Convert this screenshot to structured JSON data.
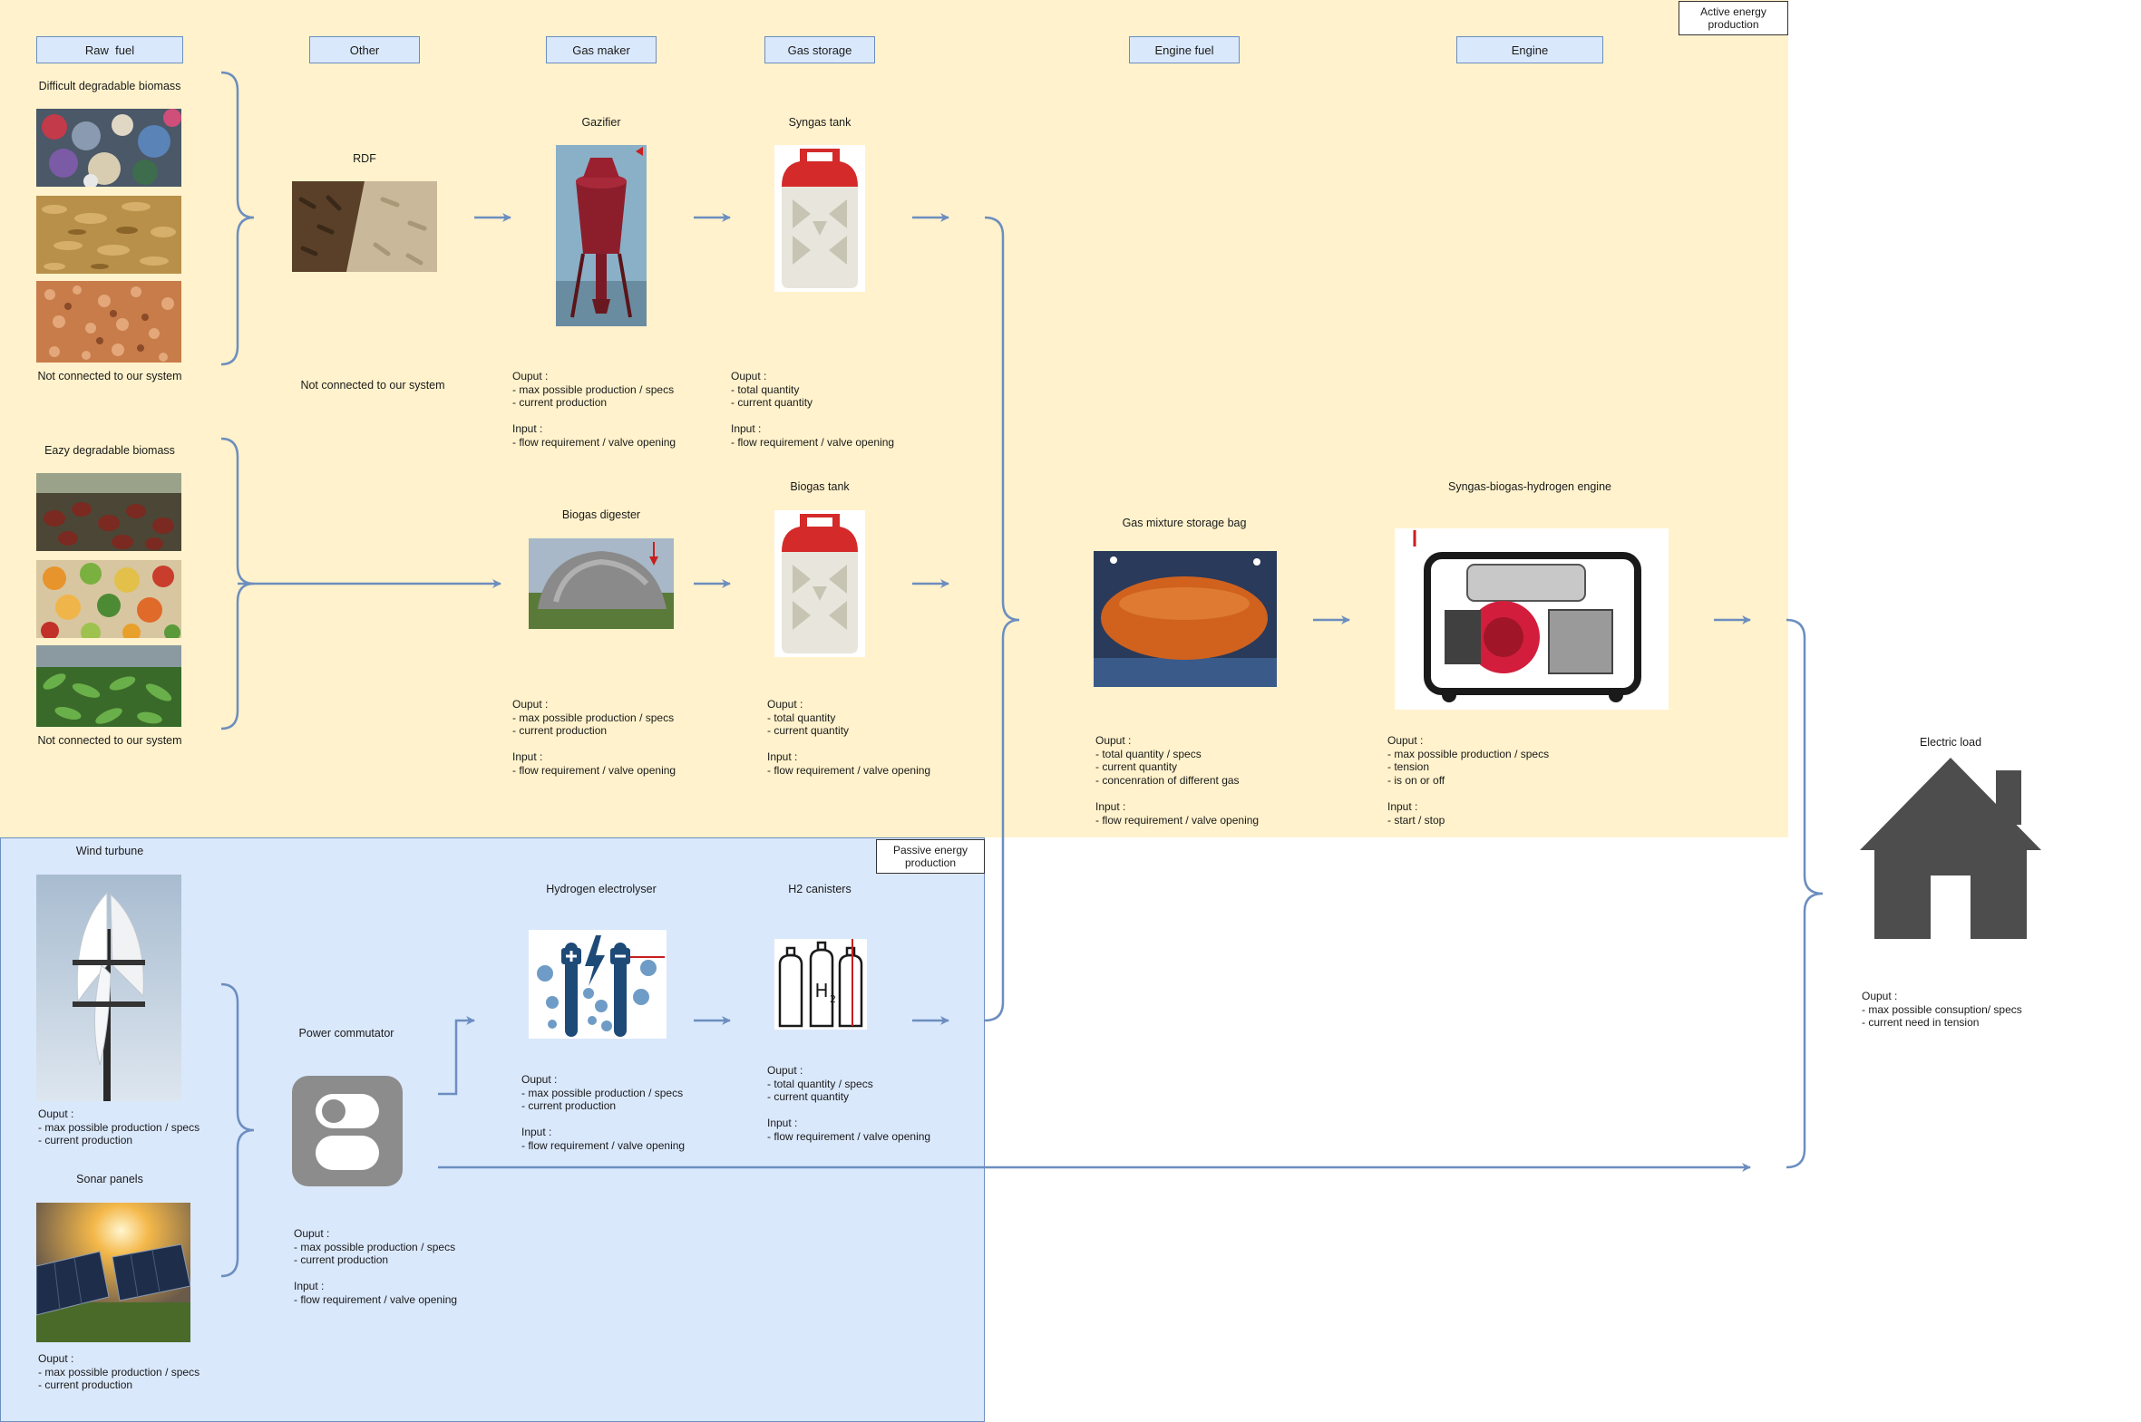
{
  "zones": {
    "active_label": "Active energy\nproduction",
    "passive_label": "Passive energy\nproduction"
  },
  "headers": {
    "raw_fuel": "Raw  fuel",
    "other": "Other",
    "gas_maker": "Gas maker",
    "gas_storage": "Gas storage",
    "engine_fuel": "Engine fuel",
    "engine": "Engine"
  },
  "raw_fuel": {
    "difficult_title": "Difficult degradable biomass",
    "difficult_note": "Not connected to our system",
    "easy_title": "Eazy degradable biomass",
    "easy_note": "Not connected to our system"
  },
  "rdf": {
    "title": "RDF",
    "note": "Not connected to our system"
  },
  "gazifier": {
    "title": "Gazifier",
    "output_label": "Ouput :",
    "output_lines": [
      "- max possible production / specs",
      "- current production"
    ],
    "input_label": "Input :",
    "input_lines": [
      "- flow requirement / valve opening"
    ]
  },
  "syngas_tank": {
    "title": "Syngas tank",
    "output_label": "Ouput :",
    "output_lines": [
      "- total quantity",
      "- current quantity"
    ],
    "input_label": "Input :",
    "input_lines": [
      "- flow requirement / valve opening"
    ]
  },
  "biogas_digester": {
    "title": "Biogas digester",
    "output_label": "Ouput :",
    "output_lines": [
      "- max possible production / specs",
      "- current production"
    ],
    "input_label": "Input :",
    "input_lines": [
      "- flow requirement / valve opening"
    ]
  },
  "biogas_tank": {
    "title": "Biogas tank",
    "output_label": "Ouput :",
    "output_lines": [
      "- total quantity",
      "- current quantity"
    ],
    "input_label": "Input :",
    "input_lines": [
      "- flow requirement / valve opening"
    ]
  },
  "gas_bag": {
    "title": "Gas mixture storage bag",
    "output_label": "Ouput :",
    "output_lines": [
      "- total quantity / specs",
      "- current quantity",
      "- concenration of different gas"
    ],
    "input_label": "Input :",
    "input_lines": [
      "- flow requirement / valve opening"
    ]
  },
  "engine": {
    "title": "Syngas-biogas-hydrogen engine",
    "output_label": "Ouput :",
    "output_lines": [
      "- max possible production / specs",
      "- tension",
      "- is on or off"
    ],
    "input_label": "Input :",
    "input_lines": [
      "- start / stop"
    ]
  },
  "electric_load": {
    "title": "Electric load",
    "output_label": "Ouput :",
    "output_lines": [
      "- max possible consuption/ specs",
      "- current need in tension"
    ]
  },
  "wind_turbine": {
    "title": "Wind turbune",
    "output_label": "Ouput :",
    "output_lines": [
      "- max possible production / specs",
      "- current production"
    ]
  },
  "solar_panels": {
    "title": "Sonar panels",
    "output_label": "Ouput :",
    "output_lines": [
      "- max possible production / specs",
      "- current production"
    ]
  },
  "power_commutator": {
    "title": "Power commutator",
    "output_label": "Ouput :",
    "output_lines": [
      "- max possible production / specs",
      "- current production"
    ],
    "input_label": "Input :",
    "input_lines": [
      "- flow requirement / valve opening"
    ]
  },
  "electrolyser": {
    "title": "Hydrogen electrolyser",
    "output_label": "Ouput :",
    "output_lines": [
      "- max possible production / specs",
      "- current production"
    ],
    "input_label": "Input :",
    "input_lines": [
      "- flow requirement / valve opening"
    ]
  },
  "h2_canisters": {
    "title": "H2 canisters",
    "output_label": "Ouput :",
    "output_lines": [
      "- total quantity / specs",
      "- current quantity"
    ],
    "input_label": "Input :",
    "input_lines": [
      "- flow requirement / valve opening"
    ]
  },
  "icons": {
    "gazifier": "gazifier-icon",
    "tank": "gas-cylinder-icon",
    "digester": "digester-dome-icon",
    "gas_bag": "gas-bag-icon",
    "engine": "generator-icon",
    "house": "house-icon",
    "wind": "wind-turbine-icon",
    "solar": "solar-panel-icon",
    "switch": "toggle-switch-icon",
    "electrolyser": "electrolyser-icon",
    "h2": "h2-canister-icon"
  },
  "colors": {
    "active_zone": "#fff2cc",
    "passive_zone": "#dae8fc",
    "connector": "#6c8ebf",
    "header_fill": "#dae8fc",
    "house": "#4d4d4d"
  }
}
